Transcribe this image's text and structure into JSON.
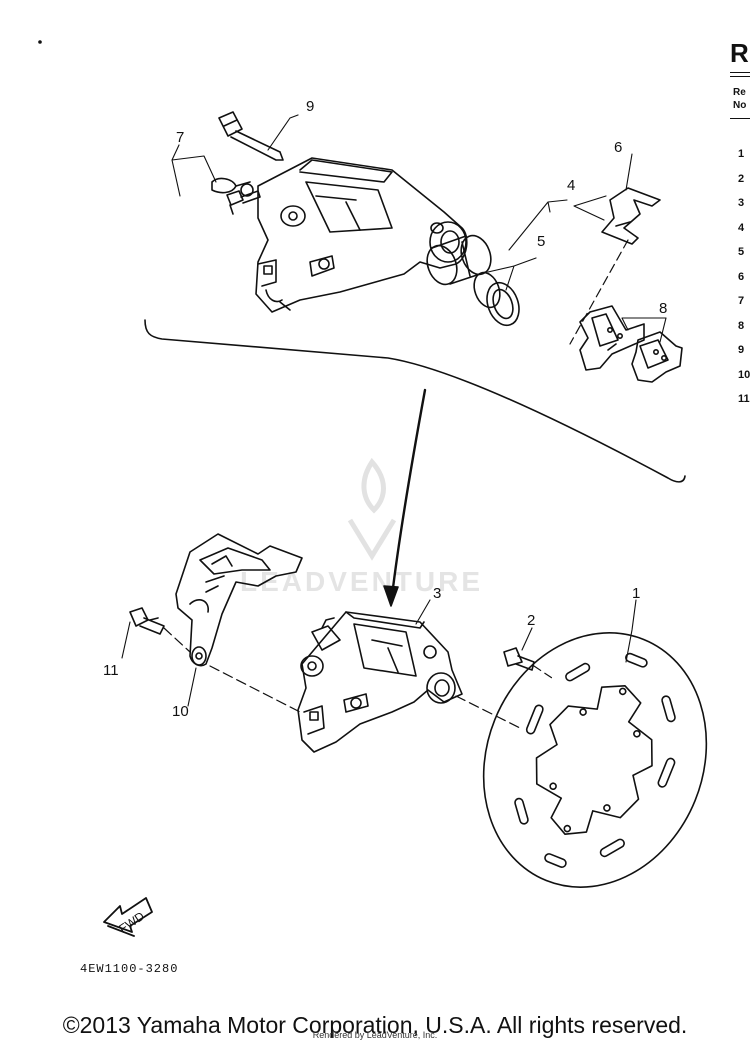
{
  "callouts": {
    "c1": "1",
    "c2": "2",
    "c3": "3",
    "c4": "4",
    "c5": "5",
    "c6": "6",
    "c7": "7",
    "c8": "8",
    "c9": "9",
    "c10": "10",
    "c11": "11",
    "fwd": "FWD"
  },
  "reference_table": {
    "title_fragment": "R",
    "header_line1": "Re",
    "header_line2": "No",
    "numbers": [
      "1",
      "2",
      "3",
      "4",
      "5",
      "6",
      "7",
      "8",
      "9",
      "10",
      "11"
    ]
  },
  "diagram_code": "4EW1100-3280",
  "watermark": "LEADVENTURE",
  "copyright": "©2013 Yamaha Motor Corporation, U.S.A. All rights reserved.",
  "render_credit": "Rendered by LeadVenture, Inc.",
  "colors": {
    "ink": "#111111",
    "background": "#ffffff",
    "watermark": "#e4e4e4"
  }
}
